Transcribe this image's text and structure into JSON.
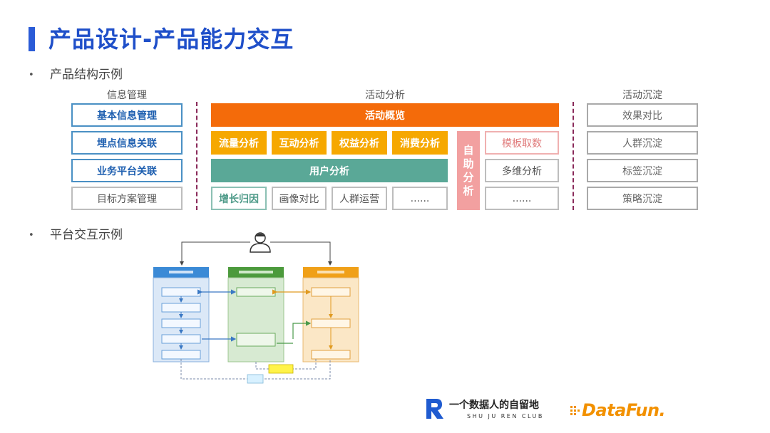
{
  "title": "产品设计-产品能力交互",
  "bullets": {
    "structure": "产品结构示例",
    "platform": "平台交互示例"
  },
  "columns": {
    "info": {
      "header": "信息管理",
      "items": [
        "基本信息管理",
        "埋点信息关联",
        "业务平台关联",
        "目标方案管理"
      ]
    },
    "analysis": {
      "header": "活动分析",
      "overview": "活动概览",
      "sub": [
        "流量分析",
        "互动分析",
        "权益分析",
        "消费分析"
      ],
      "user": "用户分析",
      "user_sub": [
        "增长归因",
        "画像对比",
        "人群运营",
        "......"
      ],
      "self": [
        "自",
        "助",
        "分",
        "析"
      ],
      "self_items": [
        "模板取数",
        "多维分析",
        "......"
      ]
    },
    "sediment": {
      "header": "活动沉淀",
      "items": [
        "效果对比",
        "人群沉淀",
        "标签沉淀",
        "策略沉淀"
      ]
    }
  },
  "brand": {
    "cn": "一个数据人的自留地",
    "en": "SHU JU REN CLUB",
    "logo_text": "DataFun."
  },
  "colors": {
    "title": "#1f4fc9",
    "orange": "#f46b0a",
    "amber": "#f6a800",
    "teal": "#5aa897",
    "pink": "#f2a0a0",
    "blue": "#4a90c4"
  }
}
